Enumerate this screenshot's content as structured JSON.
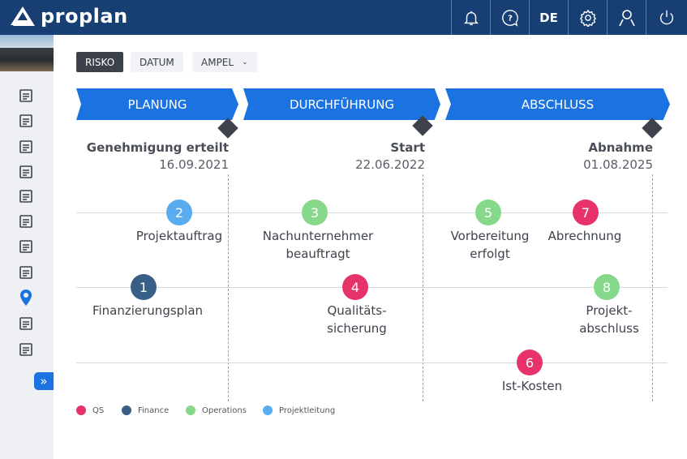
{
  "header": {
    "logo_text": "proplan",
    "language": "DE",
    "icons": [
      "bell-icon",
      "help-icon",
      "gear-icon",
      "user-icon",
      "power-icon"
    ]
  },
  "sidebar": {
    "icons": [
      "calendar-icon",
      "board-icon",
      "user-check-icon",
      "pie-chart-icon",
      "bar-chart-icon",
      "clipboard-check-icon",
      "list-info-icon",
      "gantt-icon",
      "location-pin-icon",
      "share-arrows-icon",
      "edit-document-icon"
    ],
    "expand_icon": "chevron-double-right-icon",
    "active_color": "#1a73e0"
  },
  "toolbar": {
    "risk": "RISKO",
    "date": "DATUM",
    "ampel": "AMPEL"
  },
  "phases": [
    {
      "label": "PLANUNG"
    },
    {
      "label": "DURCHFÜHRUNG"
    },
    {
      "label": "ABSCHLUSS"
    }
  ],
  "milestones": [
    {
      "title": "Genehmigung erteilt",
      "date": "16.09.2021"
    },
    {
      "title": "Start",
      "date": "22.06.2022"
    },
    {
      "title": "Abnahme",
      "date": "01.08.2025"
    }
  ],
  "colors": {
    "QS": "#e8336a",
    "Finance": "#3a5f86",
    "Operations": "#86d98a",
    "Projektleitung": "#5aacf0",
    "header": "#173f74",
    "phase": "#1a73e0"
  },
  "items": [
    {
      "n": "1",
      "cat": "Finance",
      "lines": [
        "Finanzierungsplan"
      ]
    },
    {
      "n": "2",
      "cat": "Projektleitung",
      "lines": [
        "Projektauftrag"
      ]
    },
    {
      "n": "3",
      "cat": "Operations",
      "lines": [
        "Nachunternehmer",
        "beauftragt"
      ]
    },
    {
      "n": "4",
      "cat": "QS",
      "lines": [
        "Qualitäts-",
        "sicherung"
      ]
    },
    {
      "n": "5",
      "cat": "Operations",
      "lines": [
        "Vorbereitung",
        "erfolgt"
      ]
    },
    {
      "n": "6",
      "cat": "QS",
      "lines": [
        "Ist-Kosten"
      ]
    },
    {
      "n": "7",
      "cat": "QS",
      "lines": [
        "Abrechnung"
      ]
    },
    {
      "n": "8",
      "cat": "Operations",
      "lines": [
        "Projekt-",
        "abschluss"
      ]
    }
  ],
  "legend": [
    {
      "label": "QS"
    },
    {
      "label": "Finance"
    },
    {
      "label": "Operations"
    },
    {
      "label": "Projektleitung"
    }
  ]
}
